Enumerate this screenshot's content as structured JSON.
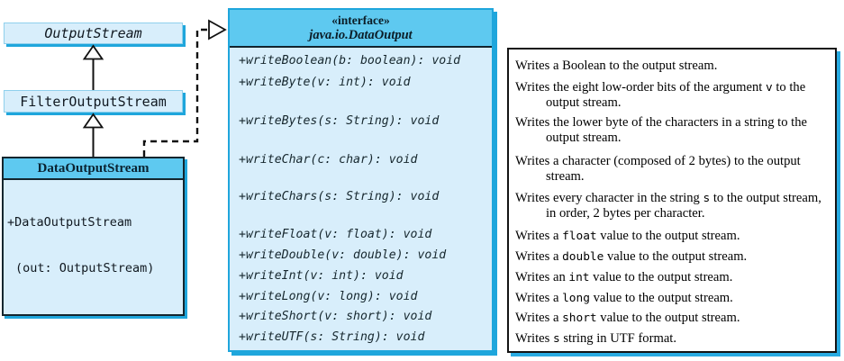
{
  "hierarchy": {
    "classes": [
      {
        "name": "OutputStream",
        "abstract": true
      },
      {
        "name": "FilterOutputStream",
        "abstract": false
      },
      {
        "name": "DataOutputStream",
        "members": [
          "+DataOutputStream",
          "(out: OutputStream)"
        ]
      }
    ],
    "relations": [
      {
        "type": "inheritance",
        "from": "FilterOutputStream",
        "to": "OutputStream"
      },
      {
        "type": "inheritance",
        "from": "DataOutputStream",
        "to": "FilterOutputStream"
      },
      {
        "type": "realization",
        "from": "DataOutputStream",
        "to": "java.io.DataOutput"
      }
    ]
  },
  "interface_box": {
    "stereotype": "«interface»",
    "name": "java.io.DataOutput",
    "methods": [
      "+writeBoolean(b: boolean): void",
      "+writeByte(v: int): void",
      "+writeBytes(s: String): void",
      "+writeChar(c: char): void",
      "+writeChars(s: String): void",
      "+writeFloat(v: float): void",
      "+writeDouble(v: double): void",
      "+writeInt(v: int): void",
      "+writeLong(v: long): void",
      "+writeShort(v: short): void",
      "+writeUTF(s: String): void"
    ]
  },
  "descriptions": [
    [
      {
        "text": "Writes a Boolean to the output stream."
      }
    ],
    [
      {
        "text": "Writes the eight low-order bits of the argument "
      },
      {
        "text": "v",
        "code": true
      },
      {
        "text": " to the output stream."
      }
    ],
    [
      {
        "text": "Writes the lower byte of the characters in a string to the output stream."
      }
    ],
    [
      {
        "text": "Writes a character (composed of 2 bytes) to the output stream."
      }
    ],
    [
      {
        "text": "Writes every character in the string "
      },
      {
        "text": "s",
        "code": true
      },
      {
        "text": " to the output stream, in order, 2 bytes per character."
      }
    ],
    [
      {
        "text": "Writes a "
      },
      {
        "text": "float",
        "code": true
      },
      {
        "text": " value to the output stream."
      }
    ],
    [
      {
        "text": "Writes a "
      },
      {
        "text": "double",
        "code": true
      },
      {
        "text": " value to the output stream."
      }
    ],
    [
      {
        "text": "Writes an "
      },
      {
        "text": "int",
        "code": true
      },
      {
        "text": " value to the output stream."
      }
    ],
    [
      {
        "text": "Writes a "
      },
      {
        "text": "long",
        "code": true
      },
      {
        "text": " value to the output stream."
      }
    ],
    [
      {
        "text": "Writes a "
      },
      {
        "text": "short",
        "code": true
      },
      {
        "text": " value to the output stream."
      }
    ],
    [
      {
        "text": "Writes "
      },
      {
        "text": "s",
        "code": true
      },
      {
        "text": " string in UTF format."
      }
    ]
  ],
  "colors": {
    "header_blue": "#5EC9F0",
    "body_blue": "#D8EEFB",
    "accent_cyan": "#1FA6DC",
    "border_dark": "#14262E",
    "text": "#101820"
  }
}
